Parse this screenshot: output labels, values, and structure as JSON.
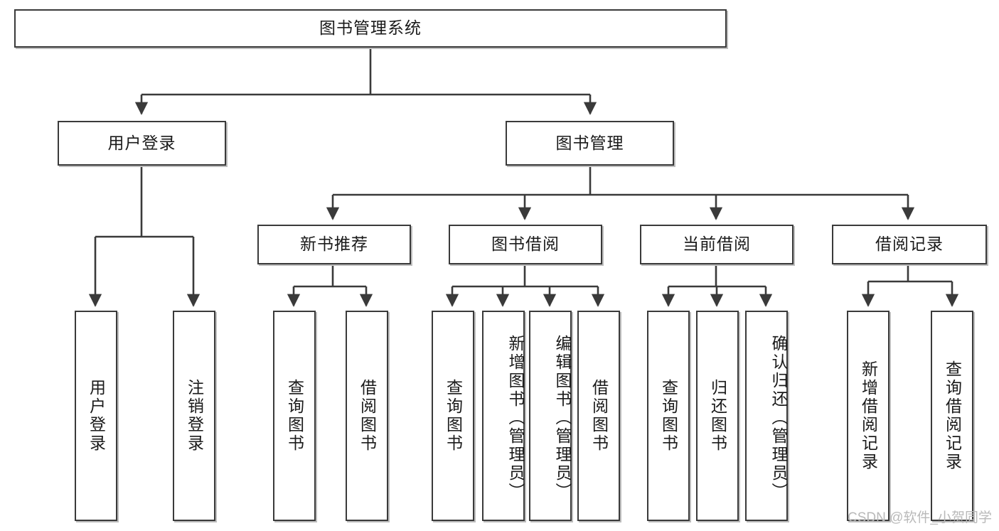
{
  "diagram": {
    "type": "tree-hierarchy",
    "title": "图书管理系统",
    "root": {
      "id": "root",
      "label": "图书管理系统"
    },
    "level2": [
      {
        "id": "user-login",
        "label": "用户登录"
      },
      {
        "id": "book-manage",
        "label": "图书管理"
      }
    ],
    "level3": [
      {
        "id": "new-book-rec",
        "label": "新书推荐",
        "parent": "book-manage"
      },
      {
        "id": "book-borrow",
        "label": "图书借阅",
        "parent": "book-manage"
      },
      {
        "id": "current-borrow",
        "label": "当前借阅",
        "parent": "book-manage"
      },
      {
        "id": "borrow-record",
        "label": "借阅记录",
        "parent": "book-manage"
      }
    ],
    "leaves": [
      {
        "id": "leaf-user-login",
        "label": "用户登录",
        "parent": "user-login"
      },
      {
        "id": "leaf-user-logout",
        "label": "注销登录",
        "parent": "user-login"
      },
      {
        "id": "leaf-query-book-1",
        "label": "查询图书",
        "parent": "new-book-rec"
      },
      {
        "id": "leaf-borrow-book-1",
        "label": "借阅图书",
        "parent": "new-book-rec"
      },
      {
        "id": "leaf-query-book-2",
        "label": "查询图书",
        "parent": "book-borrow"
      },
      {
        "id": "leaf-add-book",
        "label": "新增图书（管理员）",
        "parent": "book-borrow"
      },
      {
        "id": "leaf-edit-book",
        "label": "编辑图书（管理员）",
        "parent": "book-borrow"
      },
      {
        "id": "leaf-borrow-book-2",
        "label": "借阅图书",
        "parent": "book-borrow"
      },
      {
        "id": "leaf-query-book-3",
        "label": "查询图书",
        "parent": "current-borrow"
      },
      {
        "id": "leaf-return-book",
        "label": "归还图书",
        "parent": "current-borrow"
      },
      {
        "id": "leaf-confirm-return",
        "label": "确认归还（管理员）",
        "parent": "current-borrow"
      },
      {
        "id": "leaf-add-record",
        "label": "新增借阅记录",
        "parent": "borrow-record"
      },
      {
        "id": "leaf-query-record",
        "label": "查询借阅记录",
        "parent": "borrow-record"
      }
    ],
    "watermark": "CSDN @软件_小贺同学",
    "colors": {
      "box_border": "#3a3a3a",
      "box_fill": "#ffffff",
      "box_shadow": "#bdbdbd",
      "connector": "#3a3a3a",
      "text": "#1a1a1a",
      "watermark": "#b9b9b9",
      "background": "#ffffff"
    }
  }
}
